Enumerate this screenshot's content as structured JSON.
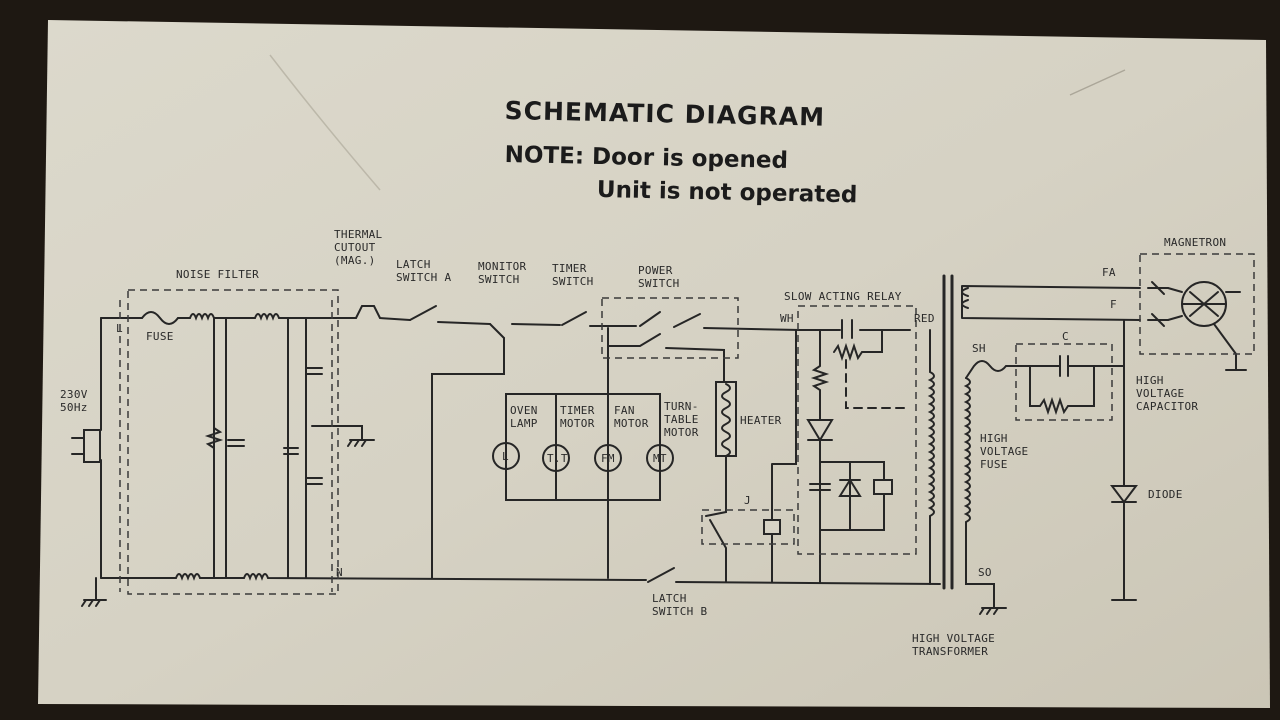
{
  "title": "SCHEMATIC DIAGRAM",
  "note": {
    "prefix": "NOTE:",
    "line1": "Door is opened",
    "line2": "Unit is not operated"
  },
  "labels": {
    "noise_filter": "NOISE FILTER",
    "fuse": "FUSE",
    "power_supply": "230V\n50Hz",
    "terminal_l": "L",
    "terminal_n": "N",
    "thermal_cutout": "THERMAL\nCUTOUT\n(MAG.)",
    "latch_switch_a": "LATCH\nSWITCH A",
    "monitor_switch": "MONITOR\nSWITCH",
    "timer_switch": "TIMER\nSWITCH",
    "power_switch": "POWER\nSWITCH",
    "slow_acting_relay": "SLOW ACTING RELAY",
    "wh": "WH",
    "red": "RED",
    "oven_lamp": "OVEN\nLAMP",
    "timer_motor": "TIMER\nMOTOR",
    "fan_motor": "FAN\nMOTOR",
    "turntable_motor": "TURN-\nTABLE\nMOTOR",
    "heater": "HEATER",
    "oven_lamp_sym": "L",
    "timer_motor_sym": "T.T",
    "fan_motor_sym": "FM",
    "turntable_motor_sym": "MT",
    "j": "J",
    "latch_switch_b": "LATCH\nSWITCH B",
    "high_voltage_transformer": "HIGH VOLTAGE\nTRANSFORMER",
    "sh": "SH",
    "so": "SO",
    "c": "C",
    "high_voltage_fuse": "HIGH\nVOLTAGE\nFUSE",
    "magnetron": "MAGNETRON",
    "fa": "FA",
    "f": "F",
    "high_voltage_capacitor": "HIGH\nVOLTAGE\nCAPACITOR",
    "diode": "DIODE"
  }
}
